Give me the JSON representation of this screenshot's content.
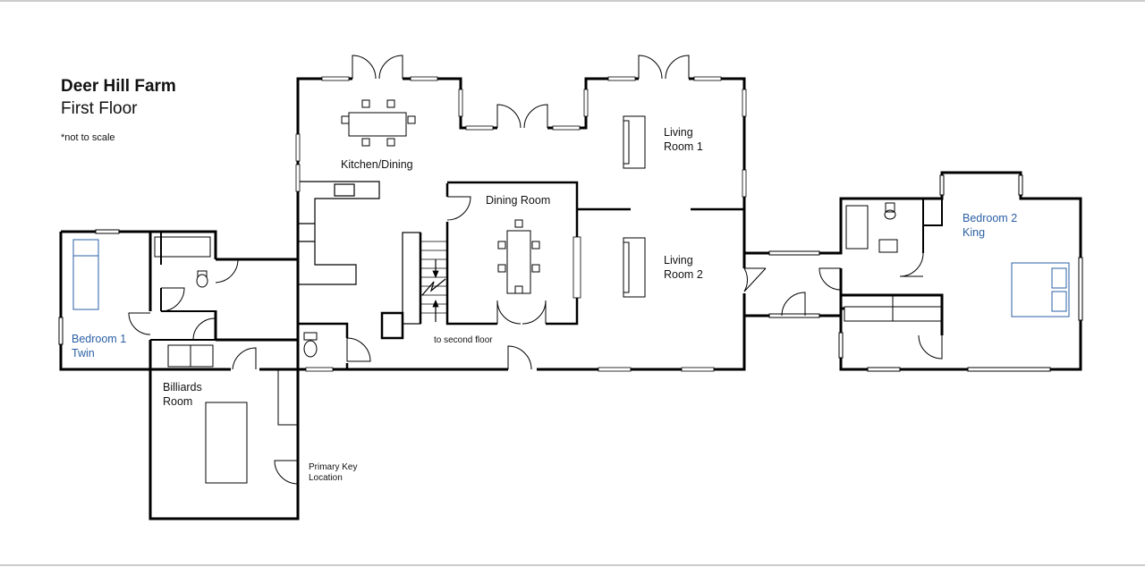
{
  "title": "Deer Hill Farm",
  "subtitle": "First Floor",
  "note": "*not to scale",
  "rooms": {
    "kitchen": "Kitchen/Dining",
    "dining": "Dining Room",
    "living1": [
      "Living",
      "Room 1"
    ],
    "living2": [
      "Living",
      "Room 2"
    ],
    "bedroom1": [
      "Bedroom 1",
      "Twin"
    ],
    "bedroom2": [
      "Bedroom 2",
      "King"
    ],
    "billiards": [
      "Billiards",
      "Room"
    ]
  },
  "annotations": {
    "stairs": "to second floor",
    "key": [
      "Primary Key",
      "Location"
    ]
  },
  "colors": {
    "wall": "#000000",
    "bedroom_accent": "#2a5fa4",
    "frame_line": "#999999"
  }
}
